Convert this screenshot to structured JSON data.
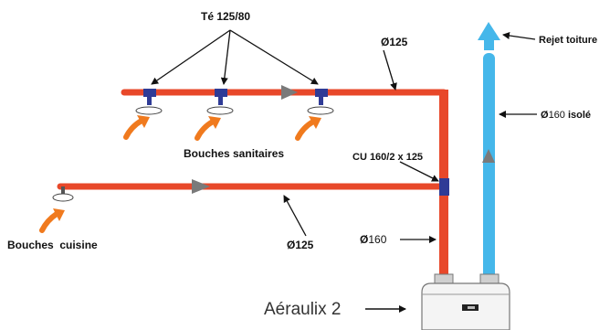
{
  "labels": {
    "te": "Té 125/80",
    "diam_top": "Ø125",
    "rejet": "Rejet toiture",
    "isole_prefix": "Ø",
    "isole_num": "160",
    "isole_suffix": "isolé",
    "bouches_sanitaires": "Bouches sanitaires",
    "cu": "CU 160/2 x 125",
    "bouches_cuisine": "Bouches  cuisine",
    "diam_bottom": "Ø125",
    "diam160_prefix": "Ø",
    "diam160_num": "160",
    "unit": "Aéraulix 2"
  },
  "colors": {
    "supply_pipe": "#e8482a",
    "exhaust_pipe": "#45b7ea",
    "fitting": "#2f3b96",
    "flow_arrow": "#7a7a7a",
    "mouth_arrow": "#f07a1e"
  }
}
